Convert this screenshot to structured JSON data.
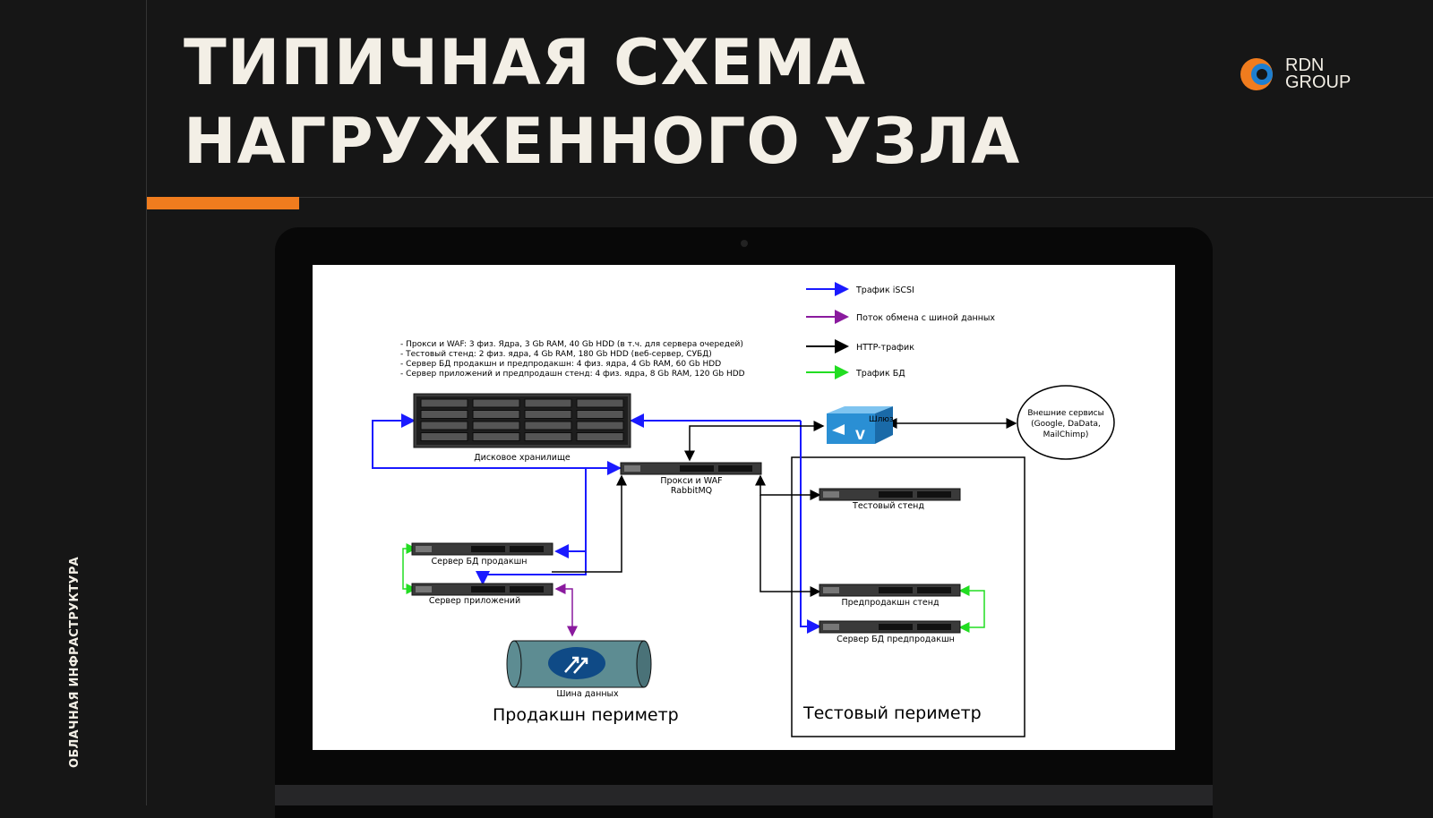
{
  "slide": {
    "title_line1": "ТИПИЧНАЯ СХЕМА",
    "title_line2": "НАГРУЖЕННОГО УЗЛА",
    "side_label": "ОБЛАЧНАЯ ИНФРАСТРУКТУРА",
    "logo_line1": "RDN",
    "logo_line2": "GROUP"
  },
  "colors": {
    "accent": "#f07c1e",
    "logo_orange": "#f07c1e",
    "logo_blue": "#1e7fd0",
    "iscsi": "#1a1aff",
    "bus": "#8a1a9e",
    "http": "#000000",
    "db": "#22dd22"
  },
  "diagram": {
    "legend": [
      {
        "label": "Трафик iSCSI",
        "color": "#1a1aff"
      },
      {
        "label": "Поток обмена с шиной данных",
        "color": "#8a1a9e"
      },
      {
        "label": "HTTP-трафик",
        "color": "#000000"
      },
      {
        "label": "Трафик БД",
        "color": "#22dd22"
      }
    ],
    "specs": [
      "- Прокси и WAF: 3 физ. Ядра, 3 Gb RAM, 40 Gb HDD (в т.ч. для сервера очередей)",
      "- Тестовый стенд: 2 физ. ядра, 4 Gb RAM, 180 Gb HDD (веб-сервер, СУБД)",
      "- Сервер БД продакшн и предпродакшн: 4 физ. ядра, 4 Gb RAM, 60 Gb HDD",
      "- Сервер приложений и предпродашн стенд: 4 физ. ядра, 8 Gb RAM, 120 Gb HDD"
    ],
    "nodes": {
      "storage": "Дисковое хранилище",
      "proxy_line1": "Прокси и WAF",
      "proxy_line2": "RabbitMQ",
      "gateway": "Шлюз",
      "external_line1": "Внешние сервисы",
      "external_line2": "(Google, DaData,",
      "external_line3": "MailChimp)",
      "test_stand": "Тестовый стенд",
      "db_prod": "Сервер БД продакшн",
      "app_server": "Сервер приложений",
      "preprod_stand": "Предпродакшн стенд",
      "db_preprod": "Сервер БД предпродакшн",
      "bus": "Шина данных",
      "gateway_icon_letter": "V"
    },
    "perimeters": {
      "prod": "Продакшн периметр",
      "test": "Тестовый периметр"
    }
  }
}
